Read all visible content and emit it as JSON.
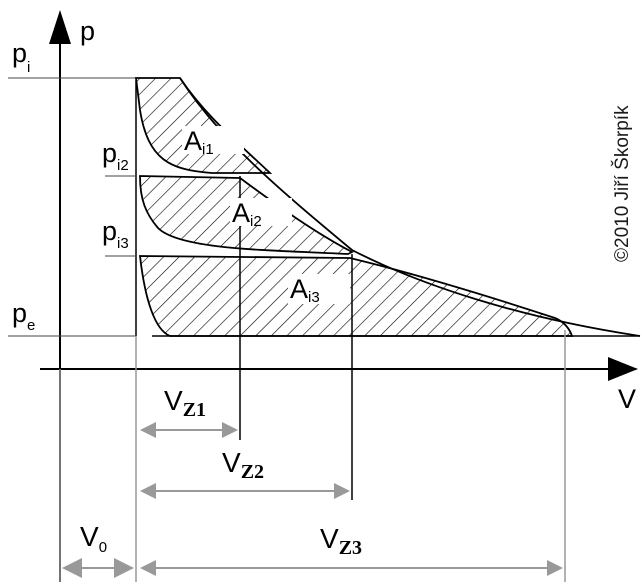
{
  "diagram": {
    "copyright": "©2010 Jiří Škorpík",
    "axes": {
      "y_axis": {
        "letter": "p"
      },
      "x_axis": {
        "letter": "V"
      }
    },
    "pressure_labels": [
      {
        "base": "p",
        "sub": "i"
      },
      {
        "base": "p",
        "sub": "i2"
      },
      {
        "base": "p",
        "sub": "i3"
      },
      {
        "base": "p",
        "sub": "e"
      }
    ],
    "area_labels": [
      {
        "base": "A",
        "sub": "i1"
      },
      {
        "base": "A",
        "sub": "i2"
      },
      {
        "base": "A",
        "sub": "i3"
      }
    ],
    "volume_labels": [
      {
        "base": "V",
        "sub": "Z1"
      },
      {
        "base": "V",
        "sub": "Z2"
      },
      {
        "base": "V",
        "sub": "Z3"
      },
      {
        "base": "V",
        "sub": "0"
      }
    ],
    "colors": {
      "line": "#000000",
      "background": "#ffffff"
    }
  }
}
